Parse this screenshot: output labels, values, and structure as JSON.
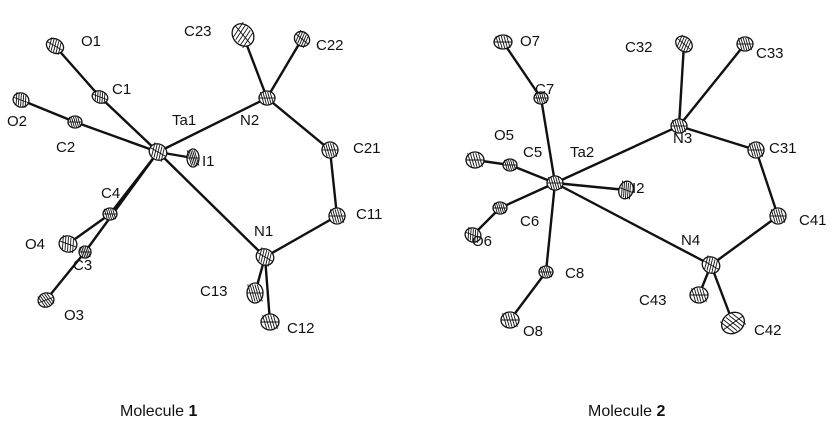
{
  "figure": {
    "molecules": [
      {
        "caption_text": "Molecule ",
        "caption_number": "1",
        "labels": {
          "Ta1": "Ta1",
          "I1": "I1",
          "O1": "O1",
          "O2": "O2",
          "O3": "O3",
          "O4": "O4",
          "C1": "C1",
          "C2": "C2",
          "C3": "C3",
          "C4": "C4",
          "N1": "N1",
          "N2": "N2",
          "C11": "C11",
          "C12": "C12",
          "C13": "C13",
          "C21": "C21",
          "C22": "C22",
          "C23": "C23"
        }
      },
      {
        "caption_text": "Molecule ",
        "caption_number": "2",
        "labels": {
          "Ta2": "Ta2",
          "I2": "I2",
          "O5": "O5",
          "O6": "O6",
          "O7": "O7",
          "O8": "O8",
          "C5": "C5",
          "C6": "C6",
          "C7": "C7",
          "C8": "C8",
          "N3": "N3",
          "N4": "N4",
          "C31": "C31",
          "C32": "C32",
          "C33": "C33",
          "C41": "C41",
          "C42": "C42",
          "C43": "C43"
        }
      }
    ]
  }
}
